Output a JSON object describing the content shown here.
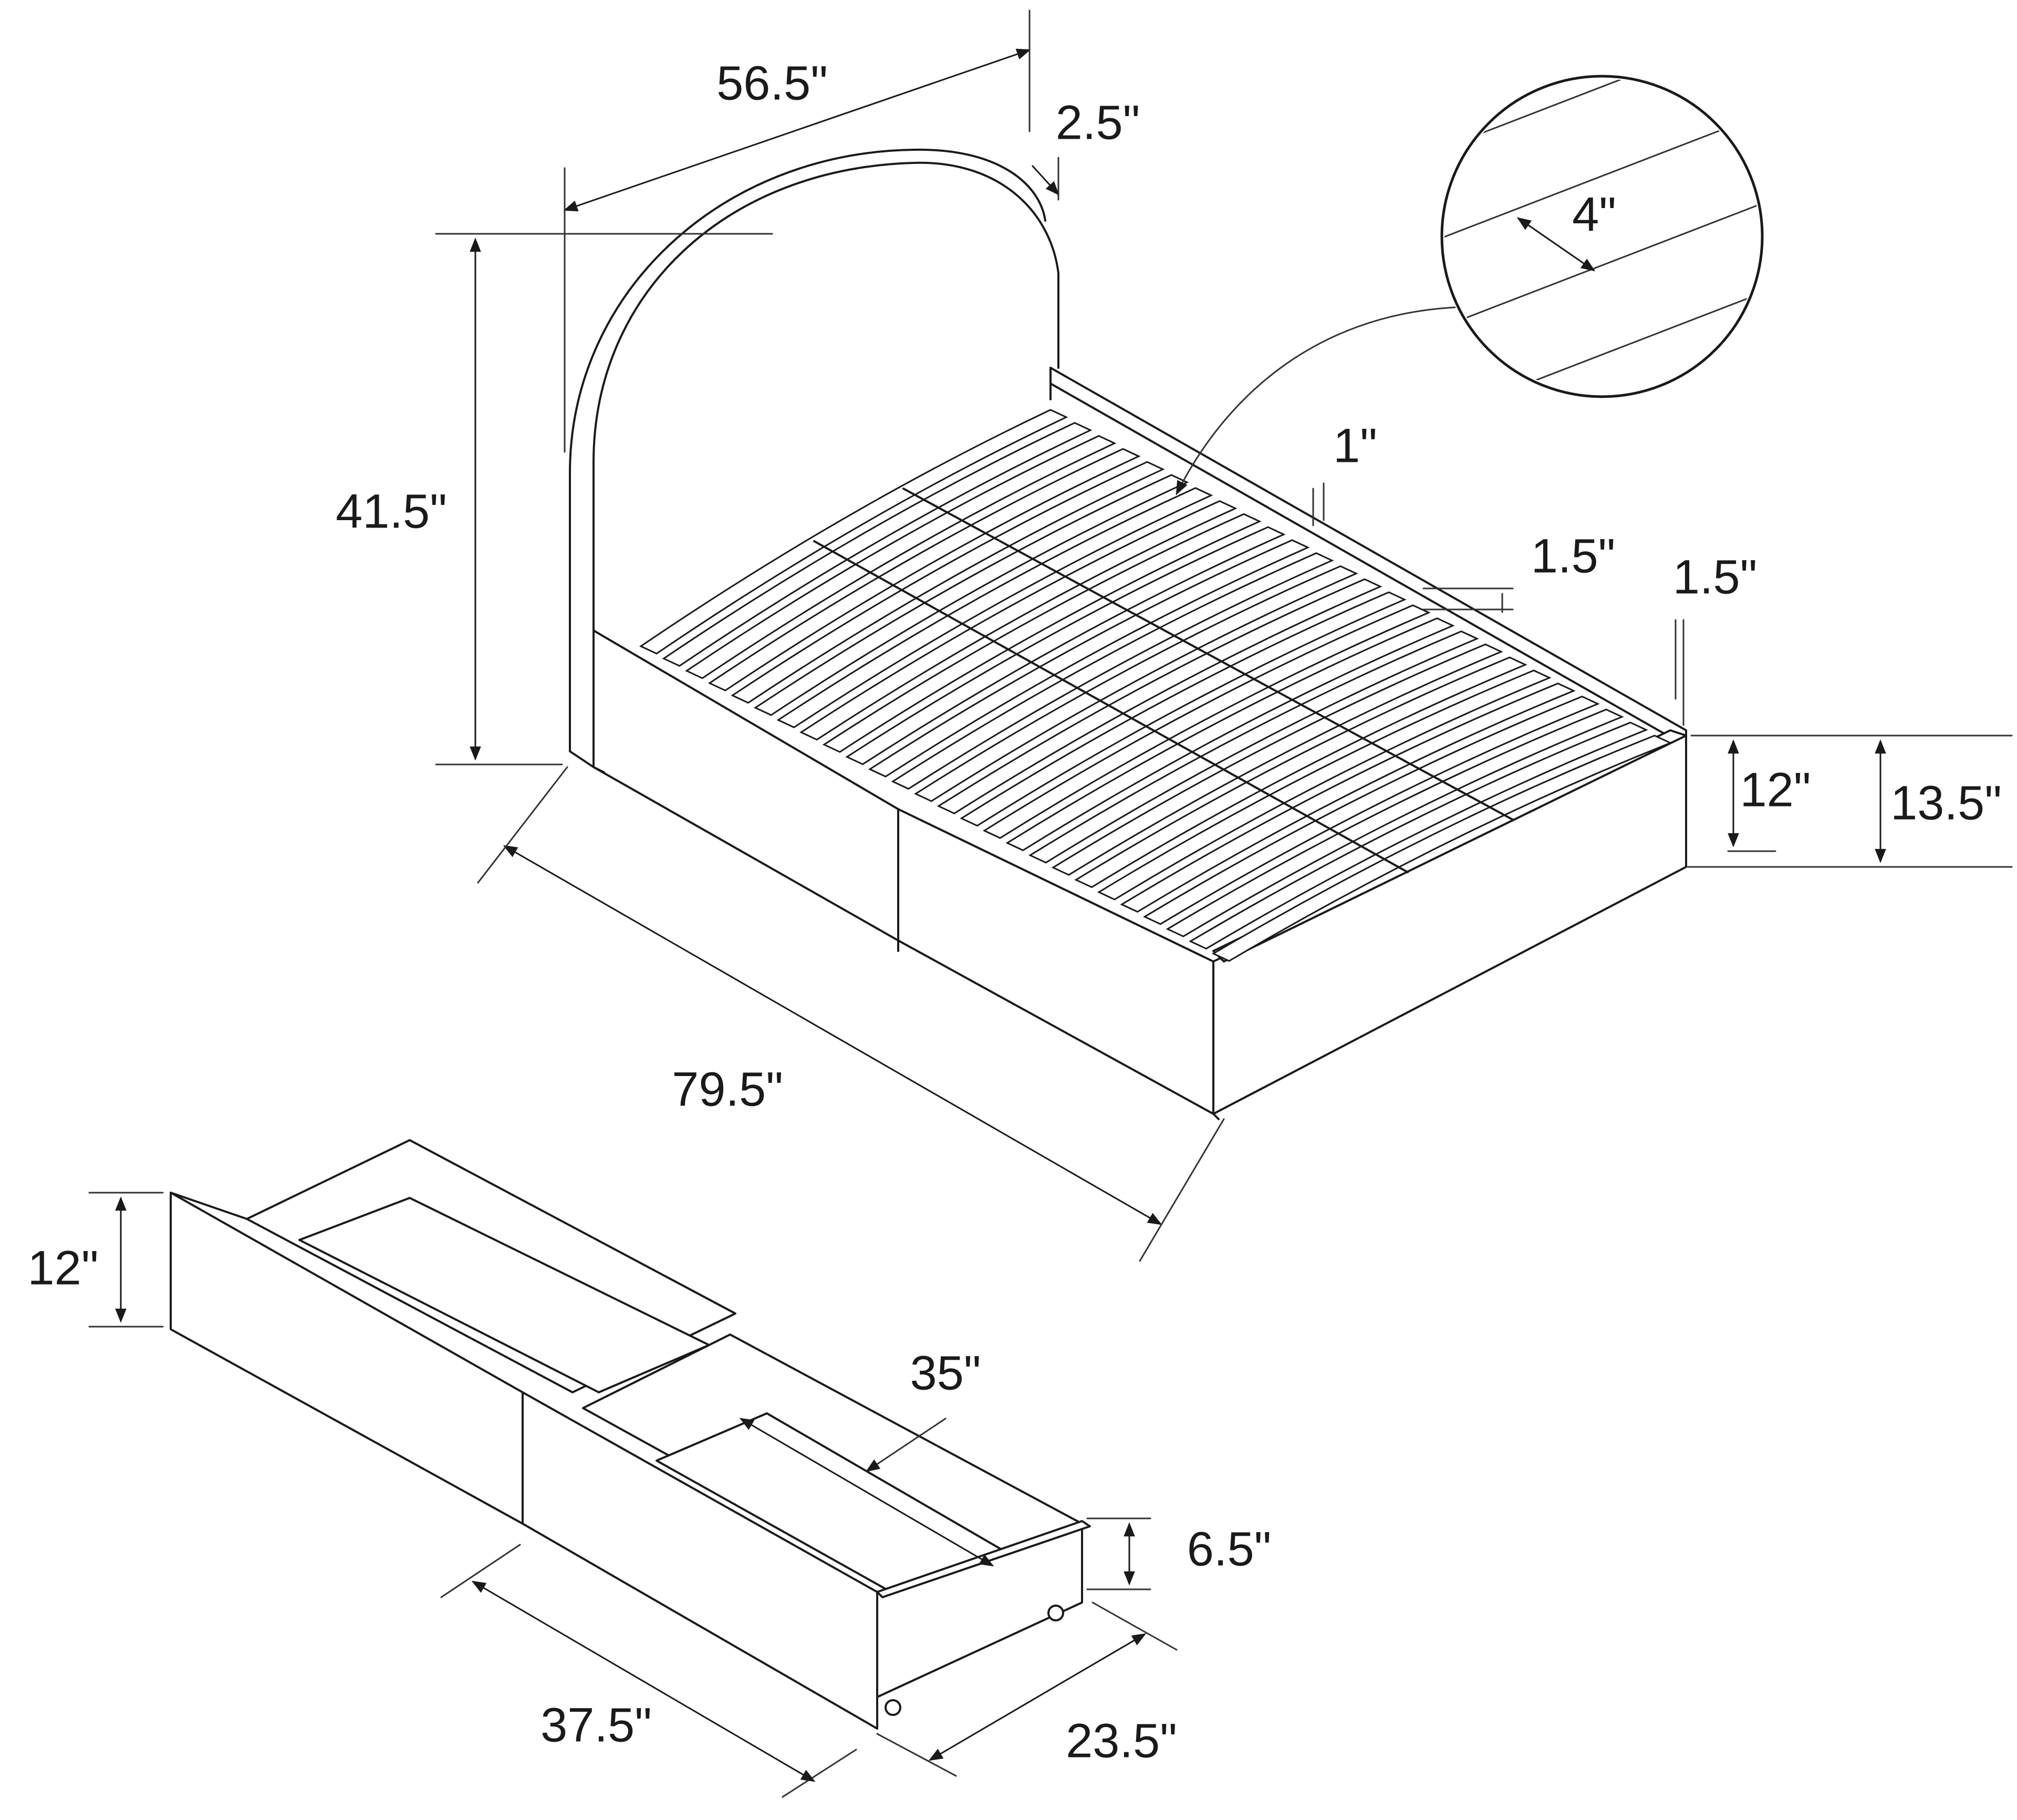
{
  "diagram": {
    "dimensions": {
      "headboard_width": "56.5\"",
      "headboard_depth": "2.5\"",
      "slat_spacing": "4\"",
      "headboard_height": "41.5\"",
      "slat_bracket": "1\"",
      "rail_height": "1.5\"",
      "rail_thickness": "1.5\"",
      "side_height": "12\"",
      "total_height": "13.5\"",
      "bed_length": "79.5\"",
      "drawer_height": "12\"",
      "drawer_inner_length": "35\"",
      "drawer_inner_height": "6.5\"",
      "drawer_length": "37.5\"",
      "drawer_width": "23.5\""
    },
    "parts": {
      "bed": "bed-frame",
      "drawers": "storage-drawers",
      "detail": "slat-detail-magnifier"
    }
  }
}
